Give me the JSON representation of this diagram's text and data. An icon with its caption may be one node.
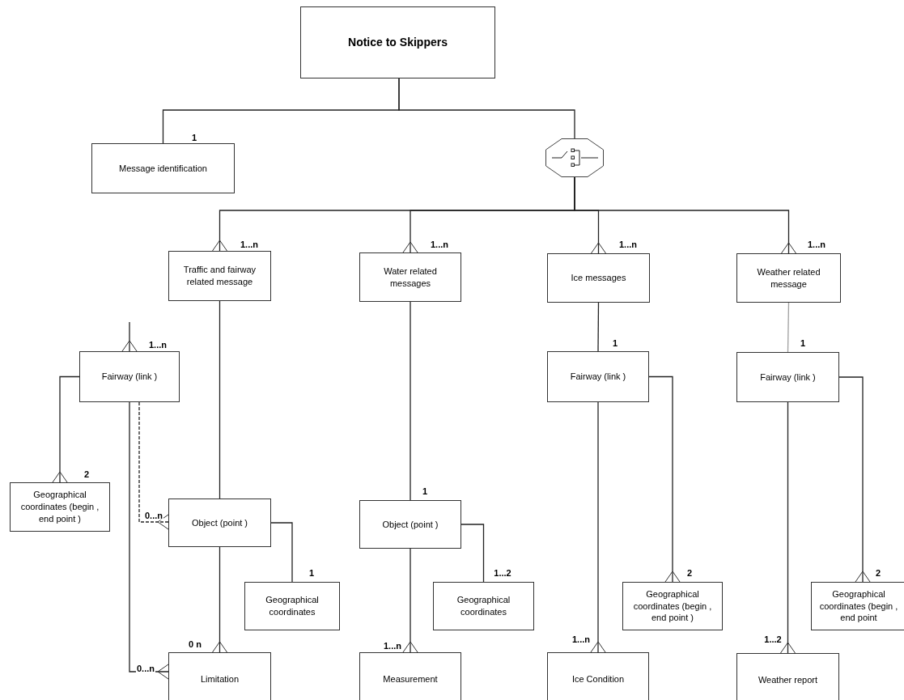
{
  "diagram": {
    "nodes": [
      {
        "text": [
          "Notice to Skippers"
        ]
      },
      {
        "text": [
          "Message identification"
        ]
      },
      {
        "text": [],
        "shape": "octagon"
      },
      {
        "text": [
          "Traffic and fairway related message"
        ]
      },
      {
        "text": [
          "Water related messages"
        ]
      },
      {
        "text": [
          "Ice messages"
        ]
      },
      {
        "text": [
          "Weather related message"
        ]
      },
      {
        "text": [
          "Fairway (link )"
        ]
      },
      {
        "text": [
          "Geographical coordinates (begin , end point )"
        ]
      },
      {
        "text": [
          "Object (point )"
        ]
      },
      {
        "text": [
          "Geographical coordinates"
        ]
      },
      {
        "text": [
          "Limitation"
        ]
      },
      {
        "text": [
          "Object (point )"
        ]
      },
      {
        "text": [
          "Geographical coordinates"
        ]
      },
      {
        "text": [
          "Measurement"
        ]
      },
      {
        "text": [
          "Fairway (link )"
        ]
      },
      {
        "text": [
          "Geographical coordinates (begin , end point )"
        ]
      },
      {
        "text": [
          "Ice Condition"
        ]
      },
      {
        "text": [
          "Fairway (link )"
        ]
      },
      {
        "text": [
          "Geographical coordinates (begin , end point"
        ]
      },
      {
        "text": [
          "Weather report"
        ]
      }
    ],
    "edges": [
      {
        "from": 0,
        "to": 1,
        "arrow": "none",
        "label": "1"
      },
      {
        "from": 0,
        "to": 2,
        "arrow": "none"
      },
      {
        "from": 2,
        "to": 3,
        "arrow": "other",
        "label": "1...n"
      },
      {
        "from": 2,
        "to": 4,
        "arrow": "other",
        "label": "1...n"
      },
      {
        "from": 2,
        "to": 5,
        "arrow": "other",
        "label": "1...n"
      },
      {
        "from": 2,
        "to": 6,
        "arrow": "other",
        "label": "1...n"
      },
      {
        "from": null,
        "to": 7,
        "arrow": "other",
        "label": "1...n"
      },
      {
        "from": 7,
        "to": 8,
        "arrow": "other",
        "label": "2"
      },
      {
        "from": 7,
        "to": 9,
        "arrow": "other",
        "label": "0...n",
        "style": "dashed"
      },
      {
        "from": 7,
        "to": 11,
        "arrow": "other",
        "label": "0...n"
      },
      {
        "from": 3,
        "to": 9,
        "arrow": "none"
      },
      {
        "from": 9,
        "to": 10,
        "arrow": "none",
        "label": "1"
      },
      {
        "from": 9,
        "to": 11,
        "arrow": "other",
        "label": "0 n"
      },
      {
        "from": 4,
        "to": 12,
        "arrow": "none",
        "label": "1"
      },
      {
        "from": 12,
        "to": 13,
        "arrow": "none",
        "label": "1...2"
      },
      {
        "from": 12,
        "to": 14,
        "arrow": "other",
        "label": "1...n"
      },
      {
        "from": 5,
        "to": 15,
        "arrow": "none",
        "label": "1"
      },
      {
        "from": 15,
        "to": 16,
        "arrow": "other",
        "label": "2"
      },
      {
        "from": 15,
        "to": 17,
        "arrow": "other",
        "label": "1...n"
      },
      {
        "from": 6,
        "to": 18,
        "arrow": "none",
        "label": "1",
        "color": "#a0a0a0"
      },
      {
        "from": 18,
        "to": 19,
        "arrow": "other",
        "label": "2"
      },
      {
        "from": 18,
        "to": 20,
        "arrow": "other",
        "label": "1...2"
      }
    ]
  }
}
